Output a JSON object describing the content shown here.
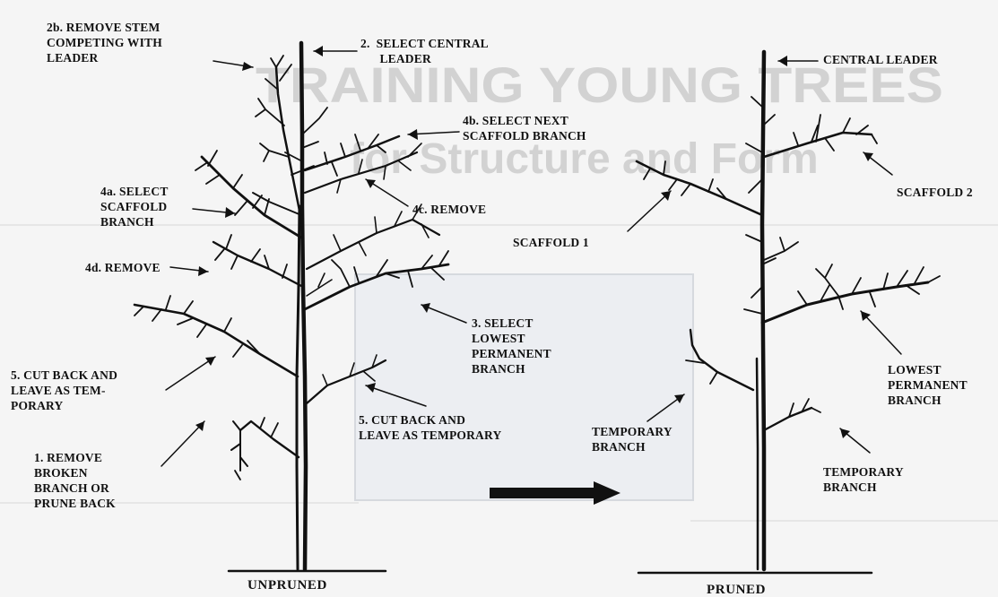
{
  "labels": {
    "remove_stem": "2b. REMOVE STEM\nCOMPETING WITH\nLEADER",
    "select_central": "2.  SELECT CENTRAL\n      LEADER",
    "select_next": "4b. SELECT NEXT\nSCAFFOLD BRANCH",
    "select_scaffold": "4a. SELECT\nSCAFFOLD\nBRANCH",
    "remove_c": "4c. REMOVE",
    "remove_d": "4d. REMOVE",
    "select_lowest": "3. SELECT\nLOWEST\nPERMANENT\nBRANCH",
    "cut_back_left": "5. CUT BACK AND\nLEAVE AS TEM-\nPORARY",
    "cut_back_right": "5. CUT BACK AND\nLEAVE AS TEMPORARY",
    "remove_broken": "1. REMOVE\nBROKEN\nBRANCH OR\nPRUNE BACK",
    "unpruned": "UNPRUNED",
    "central_leader": "CENTRAL LEADER",
    "scaffold_2": "SCAFFOLD 2",
    "scaffold_1": "SCAFFOLD 1",
    "lowest_permanent": "LOWEST\nPERMANENT\nBRANCH",
    "temporary_branch_left": "TEMPORARY\nBRANCH",
    "temporary_branch_right": "TEMPORARY\nBRANCH",
    "pruned": "PRUNED"
  },
  "background_text": {
    "title_line1": "TRAINING YOUNG TREES",
    "title_line2": "for Structure and Form"
  },
  "colors": {
    "ink": "#111111",
    "paper": "#f5f5f5",
    "ghost": "#d2d2d2"
  }
}
